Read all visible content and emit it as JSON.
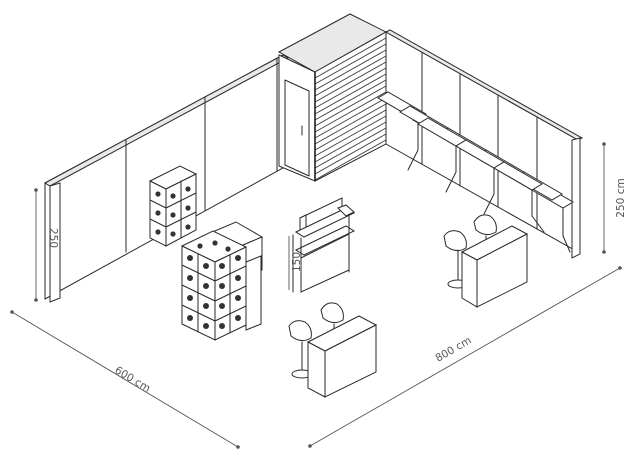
{
  "dimensions": {
    "depth_label": "600 cm",
    "length_label": "800 cm",
    "wall_height_left": "250",
    "wall_height_right": "250 cm",
    "rack_height": "150"
  },
  "icons": {
    "cube_shelf": "cube-shelf-icon",
    "chair": "chair-icon"
  }
}
